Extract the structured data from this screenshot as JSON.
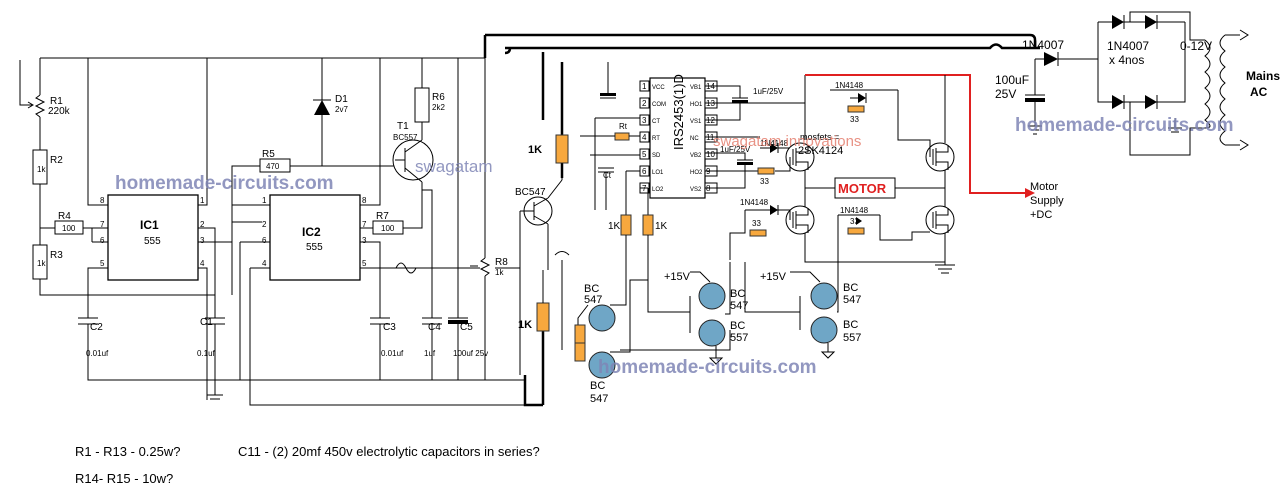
{
  "components": {
    "r1": {
      "name": "R1",
      "value": "220k"
    },
    "r2": {
      "name": "R2",
      "value": "1k"
    },
    "r3": {
      "name": "R3",
      "value": "1k"
    },
    "r4": {
      "name": "R4",
      "value": "100"
    },
    "r5": {
      "name": "R5",
      "value": "470"
    },
    "r6": {
      "name": "R6",
      "value": "2k2"
    },
    "r7": {
      "name": "R7",
      "value": "100"
    },
    "r8": {
      "name": "R8",
      "value": "1k"
    },
    "rt": "Rt",
    "d1": {
      "name": "D1",
      "value": "2v7"
    },
    "t1": {
      "name": "T1",
      "value": "BC557"
    },
    "ic1": "IC1",
    "ic1_type": "555",
    "ic2": "IC2",
    "ic2_type": "555",
    "c1": {
      "name": "C1",
      "value": "0.1uf"
    },
    "c2": {
      "name": "C2",
      "value": "0.01uf"
    },
    "c3": {
      "name": "C3",
      "value": "0.01uf"
    },
    "c4": {
      "name": "C4",
      "value": "1uf"
    },
    "c5": {
      "name": "C5",
      "value": "100uf 25v"
    },
    "ct": "Ct",
    "driver_ic": "IRS2453(1)D",
    "driver_pins_left": [
      "VCC",
      "COM",
      "CT",
      "RT",
      "SD",
      "LO1",
      "LO2"
    ],
    "driver_pins_left_nums": [
      "1",
      "2",
      "3",
      "4",
      "5",
      "6",
      "7"
    ],
    "driver_pins_right": [
      "VB1",
      "HO1",
      "VS1",
      "NC",
      "VB2",
      "HO2",
      "VS2"
    ],
    "driver_pins_right_nums": [
      "14",
      "13",
      "12",
      "11",
      "10",
      "9",
      "8"
    ],
    "cap_boot1": "1uF/25V",
    "cap_boot2": "1uF/25V",
    "diode_boot": "1N4148",
    "diode_1n4148_a": "1N4148",
    "diode_1n4148_b": "1N4148",
    "diode_1n4148_c": "1N4148",
    "gate_res": "33",
    "mosfets": "mosfets =",
    "mosfet_part": "2SK4124",
    "motor": "MOTOR",
    "motor_supply": [
      "Motor",
      "Supply",
      "+DC"
    ],
    "bc547_top": "BC547",
    "res_1k": "1K",
    "res_1k_small": "1K",
    "bc": "BC",
    "bc547_num": "547",
    "bc557_num": "557",
    "plus15": "+15V",
    "diode_1n4007": "1N4007",
    "bridge_1n4007": [
      "1N4007",
      "x 4nos"
    ],
    "cap_100uf": [
      "100uF",
      "25V"
    ],
    "transformer_sec": "0-12V",
    "mains": [
      "Mains",
      "AC"
    ]
  },
  "watermarks": {
    "left": "homemade-circuits.com",
    "top_right": "homemade-circuits.com",
    "bottom": "homemade-circuits.com",
    "swagatam": "swagatam",
    "swagatam_innov": "swagatam innovations"
  },
  "notes": [
    "R1 - R13 - 0.25w?",
    "C11 - (2) 20mf 450v electrolytic capacitors in series?",
    "R14- R15 - 10w?"
  ],
  "colors": {
    "resistor": "#f7a83e",
    "transistor": "#6fa6c6",
    "motor_red": "#e02020",
    "watermark": "#7f86b6"
  }
}
